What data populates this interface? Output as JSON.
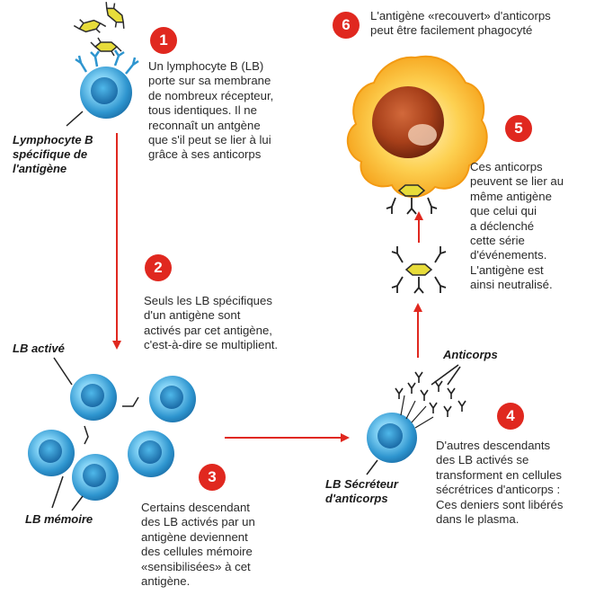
{
  "steps": [
    {
      "number": "1",
      "text": "Un lymphocyte B (LB)\nporte sur sa membrane\nde nombreux récepteur,\ntous identiques. Il ne\nreconnaît un antgène\nque s'il peut se lier à lui\ngrâce à ses anticorps"
    },
    {
      "number": "2",
      "text": "Seuls les LB spécifiques\nd'un  antigène sont\nactivés par cet antigène,\nc'est-à-dire se multiplient."
    },
    {
      "number": "3",
      "text": "Certains descendant\ndes LB activés par un\nantigène deviennent\ndes cellules mémoire\n«sensibilisées» à cet\nantigène."
    },
    {
      "number": "4",
      "text": "D'autres descendants\ndes LB activés se\ntransforment en cellules\nsécrétrices d'anticorps :\nCes deniers sont libérés\ndans le plasma."
    },
    {
      "number": "5",
      "text": "Ces anticorps\npeuvent se lier au\nmême antigène\nque celui qui\na déclenché\ncette série\nd'événements.\nL'antigène est\nainsi neutralisé."
    },
    {
      "number": "6",
      "text": "L'antigène «recouvert» d'anticorps\npeut être facilement phagocyté"
    }
  ],
  "labels": {
    "lymphocyte_b": "Lymphocyte B\nspécifique de\nl'antigène",
    "lb_active": "LB activé",
    "lb_memoire": "LB mémoire",
    "lb_secreteur": "LB Sécréteur\nd'anticorps",
    "anticorps": "Anticorps"
  },
  "colors": {
    "badge": "#e0281f",
    "arrow": "#e0281f",
    "cell_dark": "#1b6fa8",
    "cell_light": "#8fd3f3",
    "antigen": "#e7dc3a",
    "phagocyte_outer": "#f7b52a",
    "phagocyte_core": "#8a2a10"
  }
}
